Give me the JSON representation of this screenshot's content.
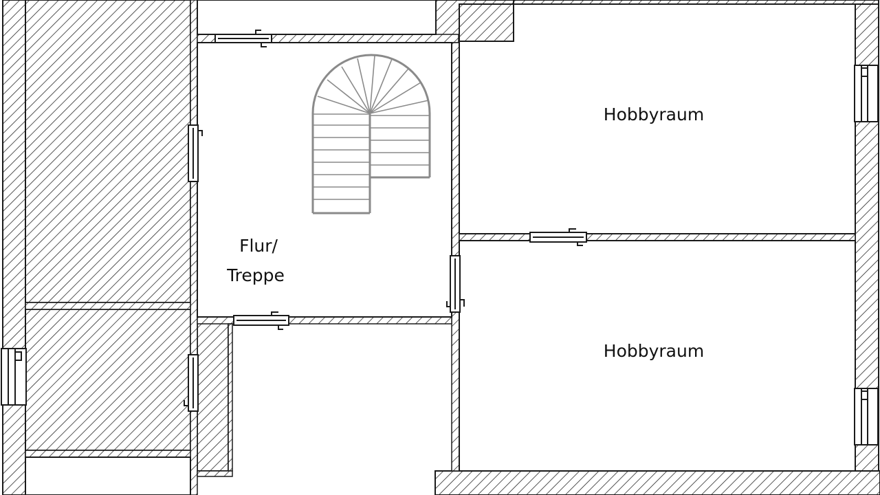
{
  "rooms": {
    "flur": {
      "line1": "Flur/",
      "line2": "Treppe"
    },
    "hobby_upper": {
      "label": "Hobbyraum"
    },
    "hobby_lower": {
      "label": "Hobbyraum"
    }
  },
  "colors": {
    "wall_line": "#1a1a1a",
    "hatch": "#2a2a2a",
    "stair": "#8a8a8a",
    "background": "#ffffff"
  }
}
